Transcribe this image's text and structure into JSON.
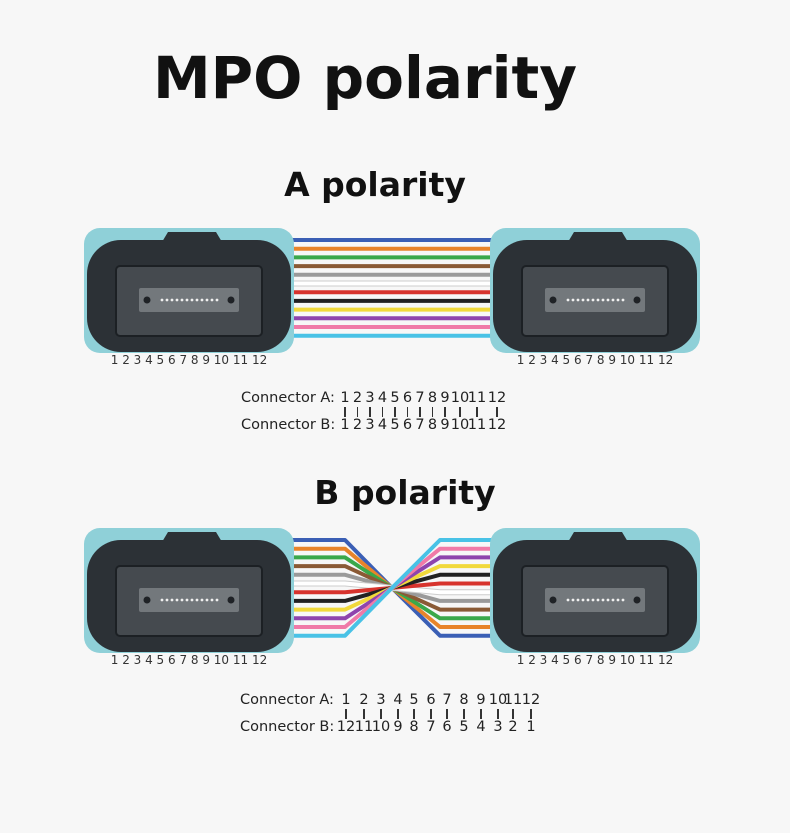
{
  "title": "MPO polarity",
  "diagrams": [
    {
      "id": "a",
      "title": "A polarity",
      "type": "straight",
      "connector_a_label": "Connector A:",
      "connector_b_label": "Connector B:",
      "connector_a_pins": [
        "1",
        "2",
        "3",
        "4",
        "5",
        "6",
        "7",
        "8",
        "9",
        "10",
        "11",
        "12"
      ],
      "connector_b_pins": [
        "1",
        "2",
        "3",
        "4",
        "5",
        "6",
        "7",
        "8",
        "9",
        "10",
        "11",
        "12"
      ],
      "pin_numbers_under_connector": "1 2 3 4 5 6 7 8 9 10 11 12"
    },
    {
      "id": "b",
      "title": "B polarity",
      "type": "reversed",
      "connector_a_label": "Connector A:",
      "connector_b_label": "Connector B:",
      "connector_a_pins": [
        "1",
        "2",
        "3",
        "4",
        "5",
        "6",
        "7",
        "8",
        "9",
        "10",
        "11",
        "12"
      ],
      "connector_b_pins": [
        "12",
        "11",
        "10",
        "9",
        "8",
        "7",
        "6",
        "5",
        "4",
        "3",
        "2",
        "1"
      ],
      "pin_numbers_under_connector": "1 2 3 4 5 6 7 8 9 10 11 12"
    }
  ],
  "fiber_colors": [
    "#3b5fb5",
    "#e8842a",
    "#3aa84a",
    "#8a5a35",
    "#9a9a9a",
    "#ffffff",
    "#d7332d",
    "#222222",
    "#f1d93b",
    "#8e44ad",
    "#f07aa8",
    "#49c2e6"
  ],
  "connector_colors": {
    "shell": "#8fd0d8",
    "body": "#2c3136",
    "face": "#454a4f",
    "ferrule": "#73787c"
  }
}
